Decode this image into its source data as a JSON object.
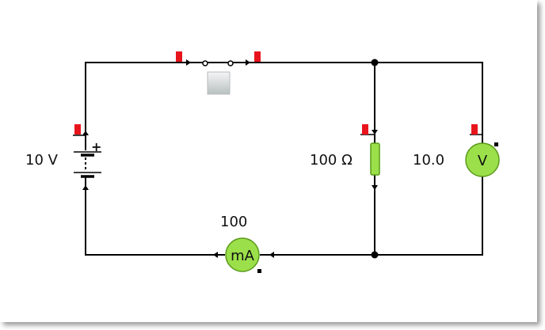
{
  "colors": {
    "wire": "#000000",
    "marker": "#e8141c",
    "component_fill": "#9be04a",
    "component_stroke": "#5a9a1a"
  },
  "battery": {
    "label": "10 V",
    "polarity": "+"
  },
  "resistor": {
    "label": "100 Ω"
  },
  "voltmeter": {
    "reading": "10.0",
    "symbol": "V"
  },
  "ammeter": {
    "reading": "100",
    "symbol": "mA"
  },
  "switch": {
    "state": "closed"
  }
}
